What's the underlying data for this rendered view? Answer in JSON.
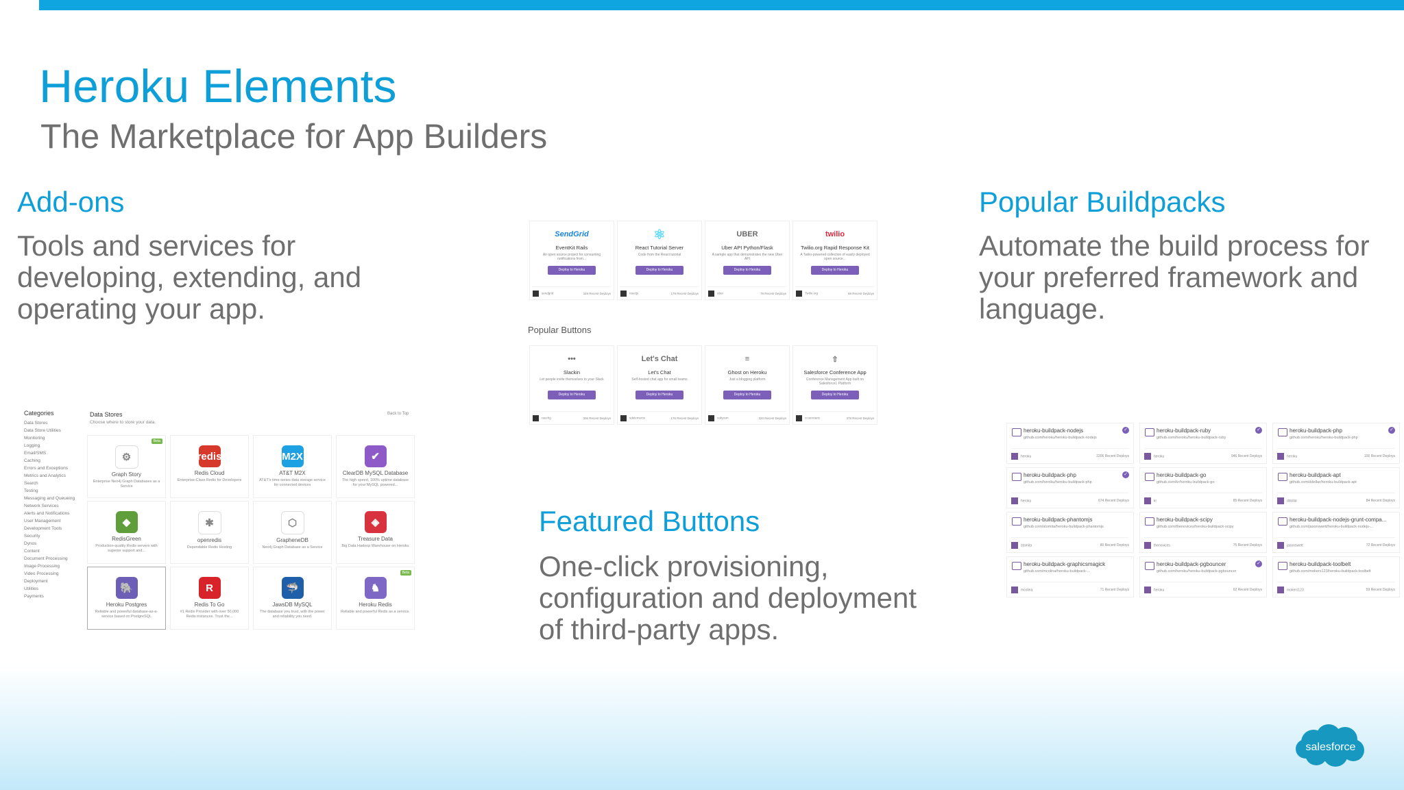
{
  "slide": {
    "title": "Heroku Elements",
    "subtitle": "The Marketplace for App Builders"
  },
  "sections": {
    "addons": {
      "heading": "Add-ons",
      "lines": [
        "Tools and services for",
        "developing, extending, and",
        "operating your app."
      ]
    },
    "buildpacks": {
      "heading": "Popular Buildpacks",
      "lines": [
        "Automate the build process for",
        "your preferred framework and",
        "language."
      ]
    },
    "featured": {
      "heading": "Featured Buttons",
      "lines": [
        "One-click provisioning,",
        "configuration and deployment",
        "of third-party apps."
      ]
    }
  },
  "addons_panel": {
    "categories_title": "Categories",
    "categories": [
      "Data Stores",
      "Data Store Utilities",
      "Monitoring",
      "Logging",
      "Email/SMS",
      "Caching",
      "Errors and Exceptions",
      "Metrics and Analytics",
      "Search",
      "Testing",
      "Messaging and Queueing",
      "Network Services",
      "Alerts and Notifications",
      "User Management",
      "Development Tools",
      "Security",
      "Dynos",
      "Content",
      "Document Processing",
      "Image Processing",
      "Video Processing",
      "Deployment",
      "Utilities",
      "Payments"
    ],
    "section_title": "Data Stores",
    "section_sub": "Choose where to store your data.",
    "back_link": "Back to Top",
    "items": [
      {
        "name": "Graph Story",
        "desc": "Enterprise Neo4j Graph Databases as a Service",
        "color": "#ffffff",
        "glyph": "⚙",
        "beta": "Beta"
      },
      {
        "name": "Redis Cloud",
        "desc": "Enterprise-Class Redis for Developers",
        "color": "#d6382b",
        "glyph": "redis"
      },
      {
        "name": "AT&T M2X",
        "desc": "AT&T's time-series data storage service for connected devices",
        "color": "#1da1e2",
        "glyph": "M2X"
      },
      {
        "name": "ClearDB MySQL Database",
        "desc": "The high speed, 100% uptime database for your MySQL powered...",
        "color": "#8e5ac8",
        "glyph": "✔"
      },
      {
        "name": "RedisGreen",
        "desc": "Production-quality Redis servers with superior support and...",
        "color": "#5f9e3a",
        "glyph": "◆"
      },
      {
        "name": "openredis",
        "desc": "Dependable Redis Hosting",
        "color": "#ffffff",
        "glyph": "✱"
      },
      {
        "name": "GrapheneDB",
        "desc": "Neo4j Graph Database as a Service",
        "color": "#ffffff",
        "glyph": "⬡"
      },
      {
        "name": "Treasure Data",
        "desc": "Big Data Hadoop Warehouse on Heroku",
        "color": "#d8323f",
        "glyph": "◈"
      },
      {
        "name": "Heroku Postgres",
        "desc": "Reliable and powerful database-as-a-service based on PostgreSQL",
        "color": "#6c5fb5",
        "glyph": "🐘"
      },
      {
        "name": "Redis To Go",
        "desc": "#1 Redis Provider with over 50,000 Redis instances. Trust the...",
        "color": "#d8232a",
        "glyph": "R"
      },
      {
        "name": "JawsDB MySQL",
        "desc": "The database you trust, with the power and reliability you need.",
        "color": "#1f5ea8",
        "glyph": "🦈"
      },
      {
        "name": "Heroku Redis",
        "desc": "Reliable and powerful Redis as a service.",
        "color": "#7d68c6",
        "glyph": "♞",
        "beta": "Beta"
      }
    ]
  },
  "buttons_panel": {
    "deploy_label": "Deploy to Heroku",
    "popular_label": "Popular Buttons",
    "featured": [
      {
        "name": "EventKit Rails",
        "logo": "SendGrid",
        "desc": "An open source project for consuming notifications from...",
        "owner": "sendgrid",
        "deploys": "349 Recent Deploys"
      },
      {
        "name": "React Tutorial Server",
        "logo": "⚛",
        "desc": "Code from the React tutorial",
        "owner": "reactjs",
        "deploys": "179 Recent Deploys"
      },
      {
        "name": "Uber API Python/Flask",
        "logo": "UBER",
        "desc": "A sample app that demonstrates the new Uber API",
        "owner": "uber",
        "deploys": "78 Recent Deploys"
      },
      {
        "name": "Twilio.org Rapid Response Kit",
        "logo": "twilio",
        "desc": "A Twilio-powered collection of easily deployed open source...",
        "owner": "Twilio.org",
        "deploys": "68 Recent Deploys"
      }
    ],
    "popular": [
      {
        "name": "Slackin",
        "logo": "•••",
        "desc": "Let people invite themselves to your Slack",
        "owner": "rauchg",
        "deploys": "306 Recent Deploys"
      },
      {
        "name": "Let's Chat",
        "logo": "Let's Chat",
        "desc": "Self-hosted chat app for small teams",
        "owner": "sdelements",
        "deploys": "176 Recent Deploys"
      },
      {
        "name": "Ghost on Heroku",
        "logo": "≡",
        "desc": "Just a blogging platform",
        "owner": "cobyism",
        "deploys": "320 Recent Deploys"
      },
      {
        "name": "Salesforce Conference App",
        "logo": "⇧",
        "desc": "Conference Management App built on Salesforce1 Platform",
        "owner": "ccoenraets",
        "deploys": "378 Recent Deploys"
      }
    ]
  },
  "buildpacks_panel": {
    "items": [
      {
        "name": "heroku-buildpack-nodejs",
        "url": "github.com/heroku/heroku-buildpack-nodejs",
        "owner": "heroku",
        "deploys": "2206 Recent Deploys",
        "verified": true
      },
      {
        "name": "heroku-buildpack-ruby",
        "url": "github.com/heroku/heroku-buildpack-ruby",
        "owner": "heroku",
        "deploys": "946 Recent Deploys",
        "verified": true
      },
      {
        "name": "heroku-buildpack-php",
        "url": "github.com/heroku/heroku-buildpack-php",
        "owner": "heroku",
        "deploys": "100 Recent Deploys",
        "verified": true
      },
      {
        "name": "heroku-buildpack-php",
        "url": "github.com/heroku/heroku-buildpack-php",
        "owner": "heroku",
        "deploys": "674 Recent Deploys",
        "verified": true
      },
      {
        "name": "heroku-buildpack-go",
        "url": "github.com/kr/heroku-buildpack-go",
        "owner": "kr",
        "deploys": "85 Recent Deploys",
        "verified": false
      },
      {
        "name": "heroku-buildpack-apt",
        "url": "github.com/ddollar/heroku-buildpack-apt",
        "owner": "ddollar",
        "deploys": "84 Recent Deploys",
        "verified": false
      },
      {
        "name": "heroku-buildpack-phantomjs",
        "url": "github.com/stomita/heroku-buildpack-phantomjs",
        "owner": "stomita",
        "deploys": "80 Recent Deploys",
        "verified": false
      },
      {
        "name": "heroku-buildpack-scipy",
        "url": "github.com/thenovices/heroku-buildpack-scipy",
        "owner": "thenovices",
        "deploys": "75 Recent Deploys",
        "verified": false
      },
      {
        "name": "heroku-buildpack-nodejs-grunt-compa...",
        "url": "github.com/jasonswett/heroku-buildpack-nodejs-...",
        "owner": "jasonswett",
        "deploys": "72 Recent Deploys",
        "verified": false
      },
      {
        "name": "heroku-buildpack-graphicsmagick",
        "url": "github.com/mcolina/heroku-buildpack-...",
        "owner": "mcolina",
        "deploys": "71 Recent Deploys",
        "verified": false
      },
      {
        "name": "heroku-buildpack-pgbouncer",
        "url": "github.com/heroku/heroku-buildpack-pgbouncer",
        "owner": "heroku",
        "deploys": "62 Recent Deploys",
        "verified": true
      },
      {
        "name": "heroku-buildpack-toolbelt",
        "url": "github.com/mokers123/heroku-buildpack-toolbelt",
        "owner": "mokers123",
        "deploys": "59 Recent Deploys",
        "verified": false
      }
    ]
  },
  "brand": {
    "logo_text": "salesforce",
    "accent": "#0e9ed8",
    "logo_color": "#1798c1"
  }
}
